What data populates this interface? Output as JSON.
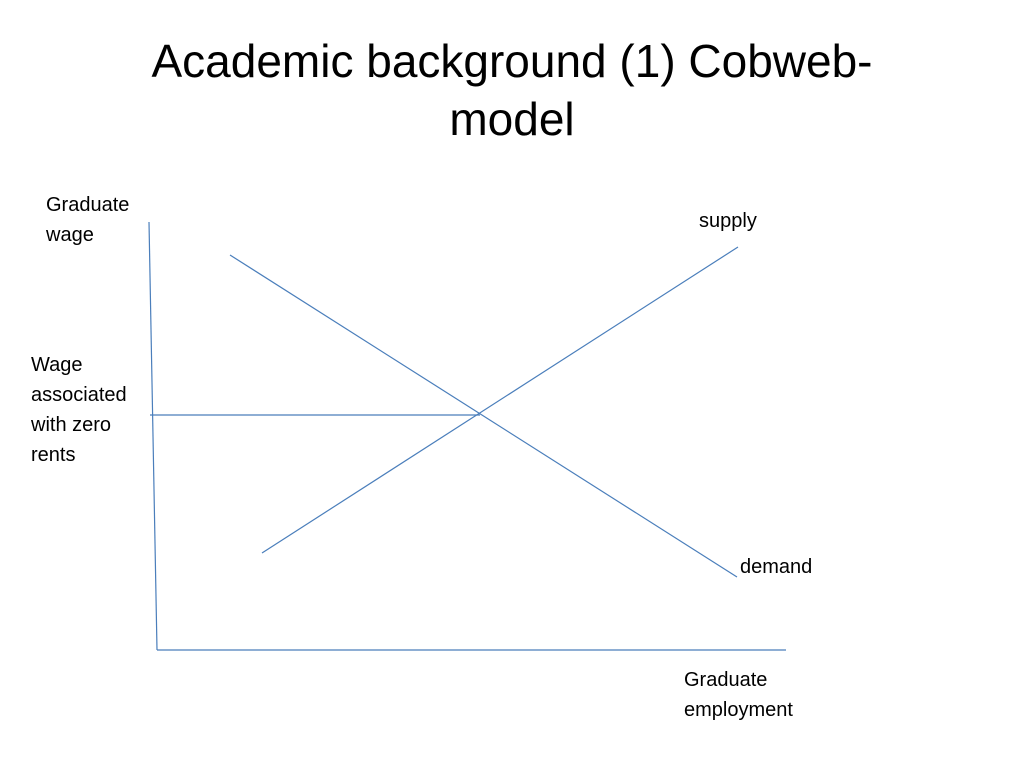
{
  "title": {
    "line1": "Academic background (1) Cobweb-",
    "line2": "model"
  },
  "labels": {
    "y_axis": [
      "Graduate",
      "wage"
    ],
    "x_axis": [
      "Graduate",
      "employment"
    ],
    "wage_line": [
      "Wage",
      "associated",
      "with zero",
      "rents"
    ],
    "supply": "supply",
    "demand": "demand"
  },
  "colors": {
    "lines": "#4a7ebb",
    "text": "#000000",
    "background": "#ffffff"
  }
}
